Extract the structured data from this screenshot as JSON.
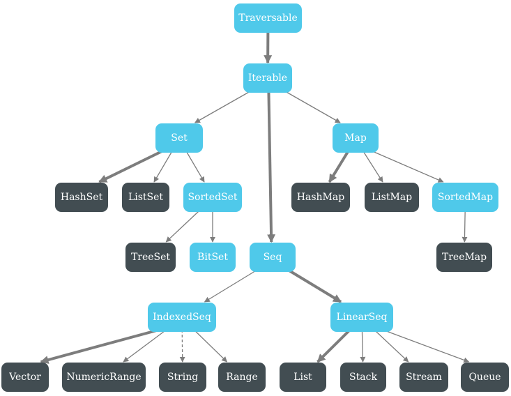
{
  "colors": {
    "trait_fill": "#4fc9ea",
    "class_fill": "#424d52",
    "text": "#ffffff",
    "edge": "#7d7d7d"
  },
  "nodes": {
    "traversable": {
      "label": "Traversable",
      "kind": "trait"
    },
    "iterable": {
      "label": "Iterable",
      "kind": "trait"
    },
    "set": {
      "label": "Set",
      "kind": "trait"
    },
    "map": {
      "label": "Map",
      "kind": "trait"
    },
    "hashset": {
      "label": "HashSet",
      "kind": "class"
    },
    "listset": {
      "label": "ListSet",
      "kind": "class"
    },
    "sortedset": {
      "label": "SortedSet",
      "kind": "trait"
    },
    "hashmap": {
      "label": "HashMap",
      "kind": "class"
    },
    "listmap": {
      "label": "ListMap",
      "kind": "class"
    },
    "sortedmap": {
      "label": "SortedMap",
      "kind": "trait"
    },
    "treeset": {
      "label": "TreeSet",
      "kind": "class"
    },
    "bitset": {
      "label": "BitSet",
      "kind": "trait"
    },
    "seq": {
      "label": "Seq",
      "kind": "trait"
    },
    "treemap": {
      "label": "TreeMap",
      "kind": "class"
    },
    "indexedseq": {
      "label": "IndexedSeq",
      "kind": "trait"
    },
    "linearseq": {
      "label": "LinearSeq",
      "kind": "trait"
    },
    "vector": {
      "label": "Vector",
      "kind": "class"
    },
    "numericrange": {
      "label": "NumericRange",
      "kind": "class"
    },
    "string": {
      "label": "String",
      "kind": "class"
    },
    "range": {
      "label": "Range",
      "kind": "class"
    },
    "list": {
      "label": "List",
      "kind": "class"
    },
    "stack": {
      "label": "Stack",
      "kind": "class"
    },
    "stream": {
      "label": "Stream",
      "kind": "class"
    },
    "queue": {
      "label": "Queue",
      "kind": "class"
    }
  },
  "edges": [
    {
      "from": "traversable",
      "to": "iterable",
      "style": "thick"
    },
    {
      "from": "iterable",
      "to": "set",
      "style": "thin"
    },
    {
      "from": "iterable",
      "to": "seq",
      "style": "thick"
    },
    {
      "from": "iterable",
      "to": "map",
      "style": "thin"
    },
    {
      "from": "set",
      "to": "hashset",
      "style": "thick"
    },
    {
      "from": "set",
      "to": "listset",
      "style": "thin"
    },
    {
      "from": "set",
      "to": "sortedset",
      "style": "thin"
    },
    {
      "from": "map",
      "to": "hashmap",
      "style": "thick"
    },
    {
      "from": "map",
      "to": "listmap",
      "style": "thin"
    },
    {
      "from": "map",
      "to": "sortedmap",
      "style": "thin"
    },
    {
      "from": "sortedset",
      "to": "treeset",
      "style": "thin"
    },
    {
      "from": "sortedset",
      "to": "bitset",
      "style": "thin"
    },
    {
      "from": "sortedmap",
      "to": "treemap",
      "style": "thin"
    },
    {
      "from": "seq",
      "to": "indexedseq",
      "style": "thin"
    },
    {
      "from": "seq",
      "to": "linearseq",
      "style": "thick"
    },
    {
      "from": "indexedseq",
      "to": "vector",
      "style": "thick"
    },
    {
      "from": "indexedseq",
      "to": "numericrange",
      "style": "thin"
    },
    {
      "from": "indexedseq",
      "to": "string",
      "style": "dashed"
    },
    {
      "from": "indexedseq",
      "to": "range",
      "style": "thin"
    },
    {
      "from": "linearseq",
      "to": "list",
      "style": "thick"
    },
    {
      "from": "linearseq",
      "to": "stack",
      "style": "thin"
    },
    {
      "from": "linearseq",
      "to": "stream",
      "style": "thin"
    },
    {
      "from": "linearseq",
      "to": "queue",
      "style": "thin"
    }
  ]
}
